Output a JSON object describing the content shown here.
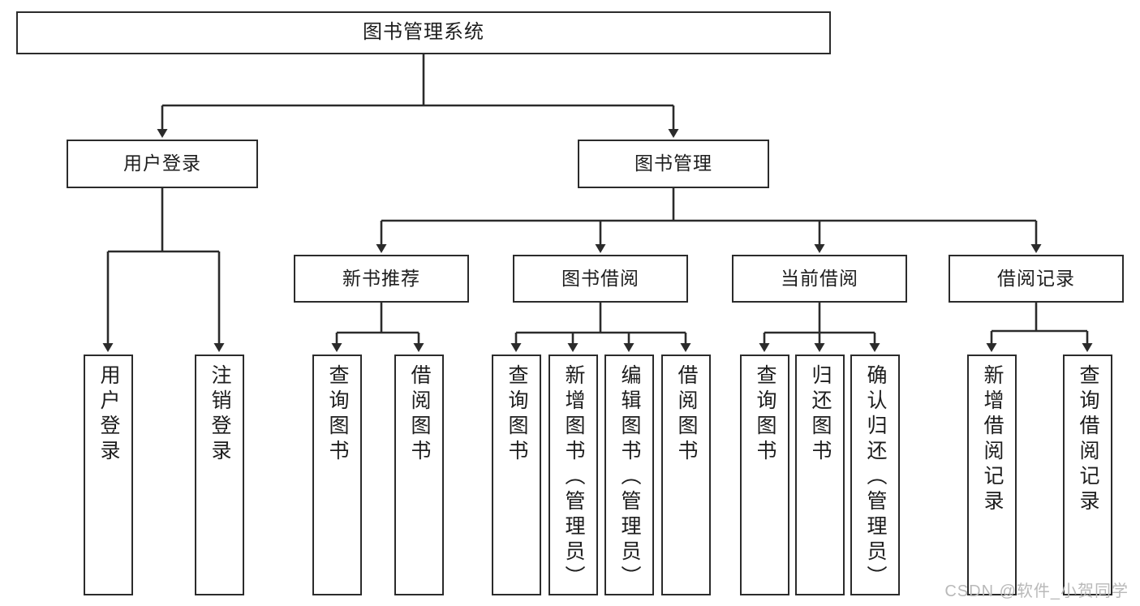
{
  "diagram": {
    "type": "tree",
    "title": "图书管理系统",
    "orientation": "top-down",
    "colors": {
      "box_border": "#2b2b2b",
      "box_fill": "#ffffff",
      "link": "#2b2b2b",
      "text": "#1d1d1d",
      "watermark": "#b9b9b9",
      "background": "#ffffff"
    },
    "root": {
      "id": "root",
      "label": "图书管理系统"
    },
    "level2": [
      {
        "id": "user-login",
        "label": "用户登录"
      },
      {
        "id": "book-manage",
        "label": "图书管理"
      }
    ],
    "level3": [
      {
        "id": "new-book-rec",
        "label": "新书推荐",
        "parent": "book-manage"
      },
      {
        "id": "book-borrow",
        "label": "图书借阅",
        "parent": "book-manage"
      },
      {
        "id": "current-borrow",
        "label": "当前借阅",
        "parent": "book-manage"
      },
      {
        "id": "borrow-record",
        "label": "借阅记录",
        "parent": "book-manage"
      }
    ],
    "leaves": [
      {
        "id": "leaf-user-login",
        "label": "用户登录",
        "parent": "user-login"
      },
      {
        "id": "leaf-logout",
        "label": "注销登录",
        "parent": "user-login"
      },
      {
        "id": "leaf-query-book-1",
        "label": "查询图书",
        "parent": "new-book-rec"
      },
      {
        "id": "leaf-borrow-book-1",
        "label": "借阅图书",
        "parent": "new-book-rec"
      },
      {
        "id": "leaf-query-book-2",
        "label": "查询图书",
        "parent": "book-borrow"
      },
      {
        "id": "leaf-add-book",
        "label": "新增图书（管理员）",
        "parent": "book-borrow"
      },
      {
        "id": "leaf-edit-book",
        "label": "编辑图书（管理员）",
        "parent": "book-borrow"
      },
      {
        "id": "leaf-borrow-book-2",
        "label": "借阅图书",
        "parent": "book-borrow"
      },
      {
        "id": "leaf-query-book-3",
        "label": "查询图书",
        "parent": "current-borrow"
      },
      {
        "id": "leaf-return-book",
        "label": "归还图书",
        "parent": "current-borrow"
      },
      {
        "id": "leaf-confirm-return",
        "label": "确认归还（管理员）",
        "parent": "current-borrow"
      },
      {
        "id": "leaf-add-record",
        "label": "新增借阅记录",
        "parent": "borrow-record"
      },
      {
        "id": "leaf-query-record",
        "label": "查询借阅记录",
        "parent": "borrow-record"
      }
    ]
  },
  "watermark": {
    "text": "CSDN @软件_小贺同学"
  }
}
